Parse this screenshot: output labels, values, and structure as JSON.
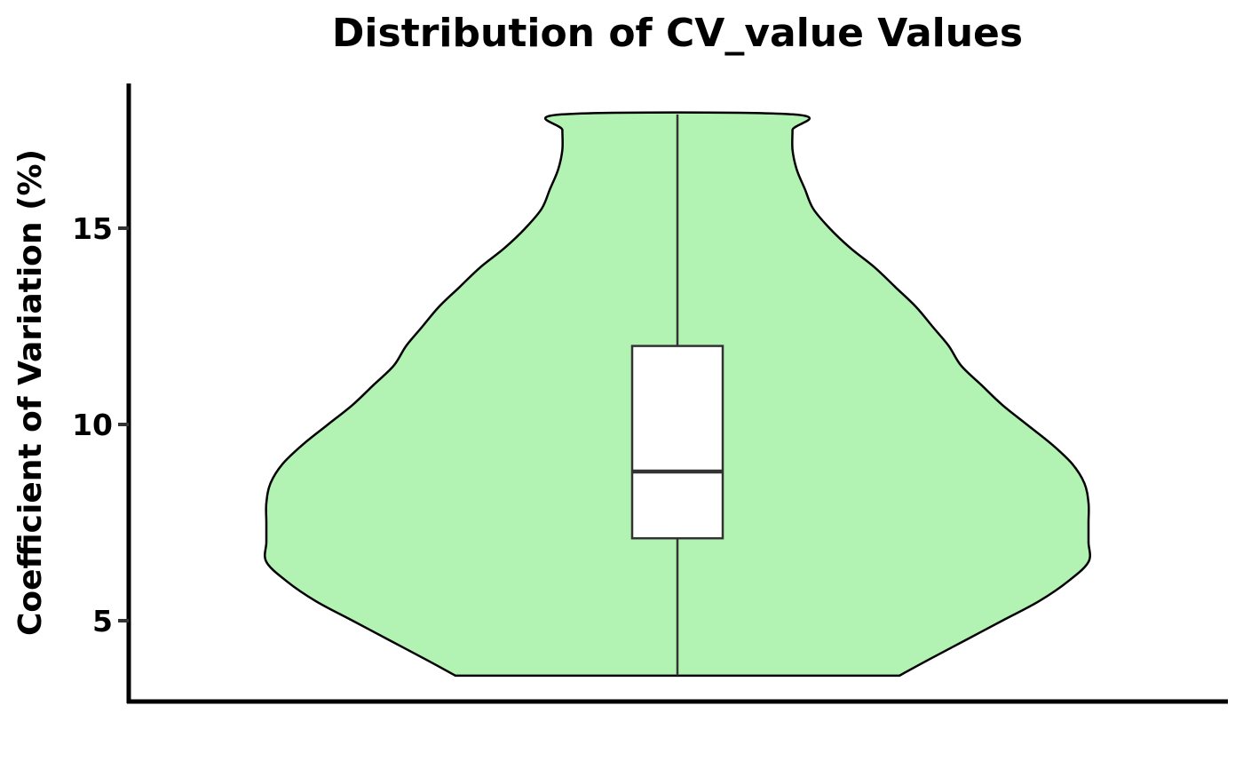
{
  "chart_data": {
    "type": "violin",
    "title": "Distribution of CV_value Values",
    "xlabel": "",
    "ylabel": "Coefficient of Variation (%)",
    "ylim": [
      2.9,
      18.6
    ],
    "yticks": [
      5,
      10,
      15
    ],
    "ytick_labels": [
      "5",
      "10",
      "15"
    ],
    "grid": false,
    "legend": "none",
    "series": [
      {
        "min": 3.6,
        "q1": 7.1,
        "median": 8.8,
        "q3": 12.0,
        "max": 17.9,
        "density_profile": [
          [
            3.6,
            0.54
          ],
          [
            4.0,
            0.61
          ],
          [
            4.5,
            0.7
          ],
          [
            5.0,
            0.79
          ],
          [
            5.5,
            0.88
          ],
          [
            6.0,
            0.95
          ],
          [
            6.5,
            1.0
          ],
          [
            7.0,
            1.0
          ],
          [
            7.5,
            1.0
          ],
          [
            8.0,
            1.0
          ],
          [
            8.5,
            0.99
          ],
          [
            9.0,
            0.96
          ],
          [
            9.5,
            0.91
          ],
          [
            10.0,
            0.85
          ],
          [
            10.5,
            0.79
          ],
          [
            11.0,
            0.74
          ],
          [
            11.5,
            0.69
          ],
          [
            12.0,
            0.66
          ],
          [
            12.5,
            0.62
          ],
          [
            13.0,
            0.58
          ],
          [
            13.5,
            0.53
          ],
          [
            14.0,
            0.48
          ],
          [
            14.5,
            0.42
          ],
          [
            15.0,
            0.37
          ],
          [
            15.5,
            0.33
          ],
          [
            16.0,
            0.31
          ],
          [
            16.5,
            0.29
          ],
          [
            17.0,
            0.28
          ],
          [
            17.5,
            0.28
          ],
          [
            17.9,
            0.28
          ]
        ]
      }
    ],
    "colors": {
      "violin_fill": "#b2f2b2",
      "violin_stroke": "#000000",
      "box_fill": "#ffffff",
      "box_stroke": "#333333",
      "axis": "#000000"
    }
  }
}
